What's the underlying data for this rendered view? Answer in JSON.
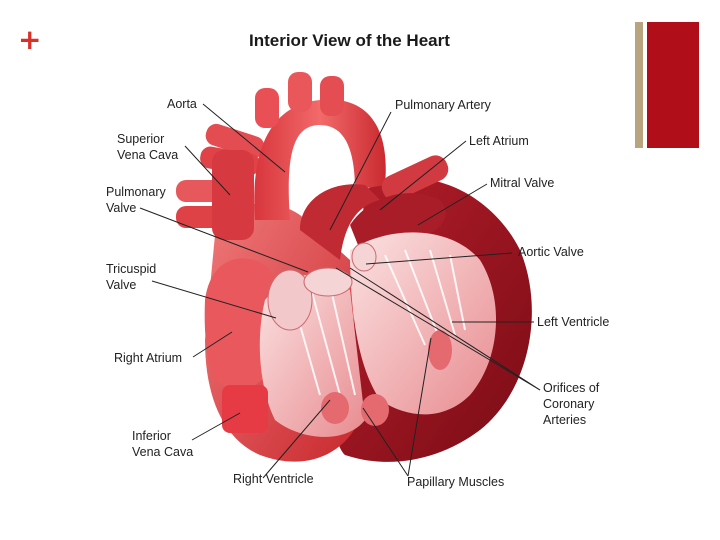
{
  "slide": {
    "plus_symbol": "+",
    "title": "Interior View of the Heart",
    "accent_colors": {
      "plus": "#d9302a",
      "bar_tan": "#b8a47e",
      "bar_red": "#b00f1a"
    }
  },
  "labels": {
    "aorta": "Aorta",
    "superior_vena_cava": "Superior\nVena Cava",
    "pulmonary_valve": "Pulmonary\nValve",
    "tricuspid_valve": "Tricuspid\nValve",
    "right_atrium": "Right Atrium",
    "inferior_vena_cava": "Inferior\nVena Cava",
    "right_ventricle": "Right Ventricle",
    "pulmonary_artery": "Pulmonary Artery",
    "left_atrium": "Left Atrium",
    "mitral_valve": "Mitral Valve",
    "aortic_valve": "Aortic Valve",
    "left_ventricle": "Left Ventricle",
    "orifices_coronary": "Orifices of\nCoronary\nArteries",
    "papillary_muscles": "Papillary Muscles"
  }
}
